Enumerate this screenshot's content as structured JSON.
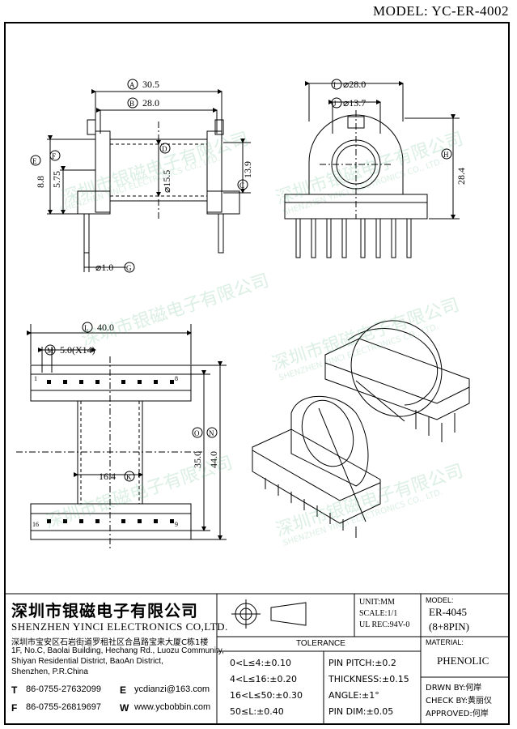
{
  "model_label": "MODEL: YC-ER-4002",
  "watermark": {
    "cn": "深圳市银磁电子有限公司",
    "en": "SHENZHEN YINCI ELECTRONICS CO., LTD."
  },
  "dims": {
    "A": "30.5",
    "B": "28.0",
    "C": "13.9",
    "D": "⌀15.5",
    "E": "8.8",
    "F": "5.75",
    "G": "⌀1.0",
    "I": "⌀28.0",
    "J": "⌀13.7",
    "H": "28.4",
    "L": "40.0",
    "M": "5.0(X14)",
    "O": "35.0",
    "N": "44.0",
    "K": "16.4"
  },
  "circle_labels": {
    "A": "A",
    "B": "B",
    "C": "C",
    "D": "D",
    "E": "E",
    "F": "F",
    "G": "G",
    "H": "H",
    "I": "I",
    "J": "J",
    "K": "K",
    "L": "L",
    "M": "M",
    "N": "N",
    "O": "O"
  },
  "pins": {
    "p1": "1",
    "p8": "8",
    "p16": "16",
    "p9": "9"
  },
  "company": {
    "name_cn": "深圳市银磁电子有限公司",
    "name_en": "SHENZHEN YINCI ELECTRONICS CO,LTD.",
    "addr_cn": "深圳市宝安区石岩街道罗租社区合昌路宝来大厦C栋1楼",
    "addr_en": [
      "1F, No.C, Baolai Building, Hechang Rd., Luozu Community,",
      "Shiyan Residential District, BaoAn District,",
      "Shenzhen, P.R.China"
    ],
    "t_label": "T",
    "tel": "86-0755-27632099",
    "f_label": "F",
    "fax": "86-0755-26819697",
    "e_label": "E",
    "email": "ycdianzi@163.com",
    "w_label": "W",
    "web": "www.ycbobbin.com"
  },
  "units": {
    "unit": "UNIT:MM",
    "scale": "SCALE:1/1",
    "ul": "UL REC:94V-0"
  },
  "tolerance": {
    "title": "TOLERANCE",
    "left": [
      "0<L≤4:±0.10",
      "4<L≤16:±0.20",
      "16<L≤50:±0.30",
      "50≤L:±0.40"
    ],
    "right": [
      "PIN PITCH:±0.2",
      "THICKNESS:±0.15",
      "ANGLE:±1°",
      "PIN DIM:±0.05"
    ]
  },
  "model_box": {
    "label": "MODEL:",
    "value": "ER-4045",
    "pins": "(8+8PIN)"
  },
  "material": {
    "label": "MATERIAL:",
    "value": "PHENOLIC"
  },
  "signoff": {
    "drawn": "DRWN BY:何岸",
    "check": "CHECK BY:黄丽仪",
    "approved": "APPROVED:何岸"
  }
}
